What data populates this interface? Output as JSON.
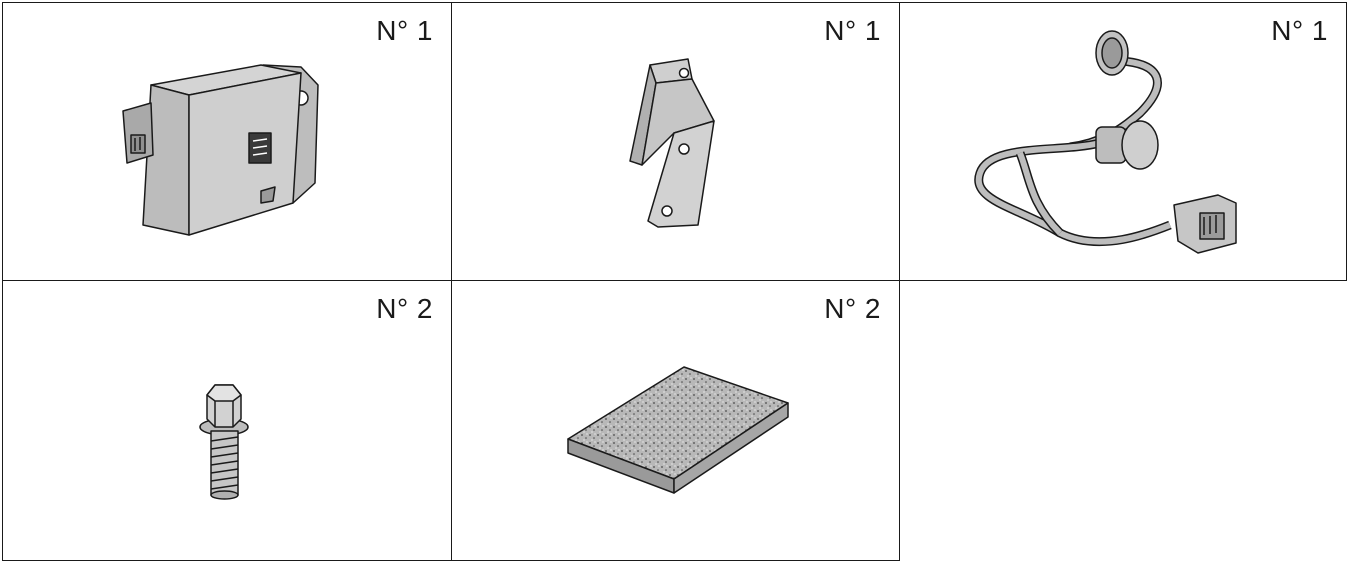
{
  "parts": [
    {
      "name": "control-unit",
      "quantity_label": "N° 1"
    },
    {
      "name": "mounting-bracket",
      "quantity_label": "N° 1"
    },
    {
      "name": "wiring-harness",
      "quantity_label": "N° 1"
    },
    {
      "name": "flange-bolt",
      "quantity_label": "N° 2"
    },
    {
      "name": "foam-pad",
      "quantity_label": "N° 2"
    }
  ],
  "colors": {
    "border": "#1a1a1a",
    "part_fill": "#c8c8c8",
    "part_dark": "#9a9a9a"
  }
}
